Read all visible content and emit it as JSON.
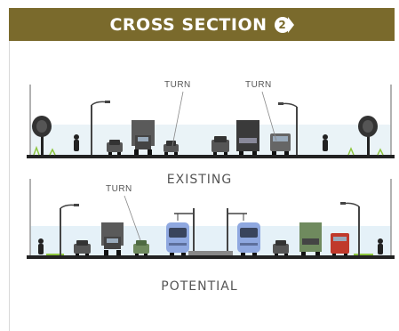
{
  "header": {
    "title": "CROSS SECTION",
    "badge_number": "2",
    "background_color": "#7a6a2c"
  },
  "sections": [
    {
      "caption": "EXISTING",
      "turn_labels": [
        "TURN",
        "TURN"
      ]
    },
    {
      "caption": "POTENTIAL",
      "turn_labels": [
        "TURN"
      ]
    }
  ],
  "colors": {
    "road": "#222222",
    "grass": "#8dc63f",
    "sky_tint": "#e8f3f8",
    "streetcar": "#8fa8e0",
    "truck_brown": "#6a5436",
    "truck_green": "#6f8a5e"
  }
}
